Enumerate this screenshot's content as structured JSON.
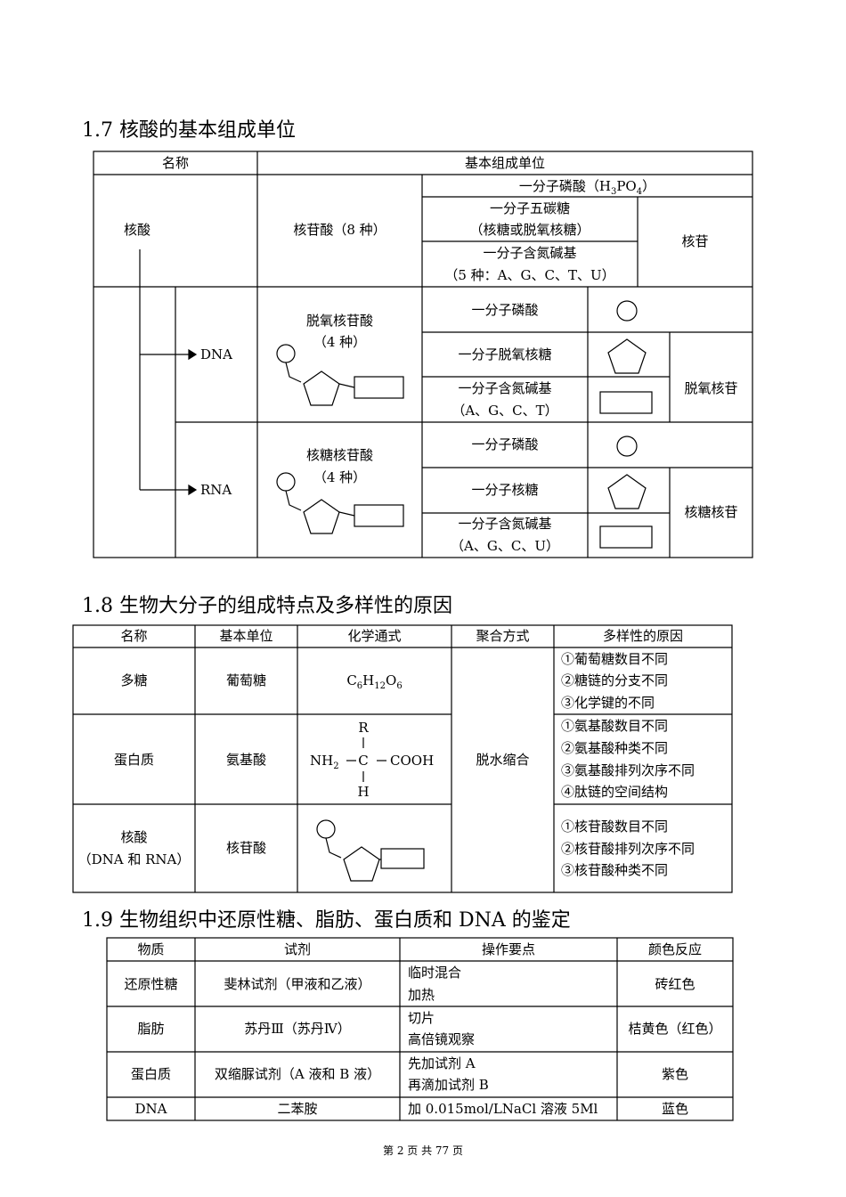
{
  "s17": {
    "heading": "1.7 核酸的基本组成单位",
    "hdr_name": "名称",
    "hdr_unit": "基本组成单位",
    "nucleic_acid": "核酸",
    "nucleotide": "核苷酸（8 种）",
    "phosphoric": "一分子磷酸（H",
    "phosphoric_sub3": "3",
    "phosphoric_mid": "PO",
    "phosphoric_sub4": "4",
    "phosphoric_end": "）",
    "pentose_1": "一分子五碳糖",
    "pentose_2": "（核糖或脱氧核糖）",
    "base_1": "一分子含氮碱基",
    "base_2": "（5 种：A、G、C、T、U）",
    "nucleoside": "核苷",
    "dna": "DNA",
    "dna_nuc_1": "脱氧核苷酸",
    "dna_nuc_2": "（4 种）",
    "dna_phos": "一分子磷酸",
    "dna_sugar": "一分子脱氧核糖",
    "dna_base_1": "一分子含氮碱基",
    "dna_base_2": "（A、G、C、T）",
    "dna_nucleoside": "脱氧核苷",
    "rna": "RNA",
    "rna_nuc_1": "核糖核苷酸",
    "rna_nuc_2": "（4 种）",
    "rna_phos": "一分子磷酸",
    "rna_sugar": "一分子核糖",
    "rna_base_1": "一分子含氮碱基",
    "rna_base_2": "（A、G、C、U）",
    "rna_nucleoside": "核糖核苷"
  },
  "s18": {
    "heading": "1.8 生物大分子的组成特点及多样性的原因",
    "headers": [
      "名称",
      "基本单位",
      "化学通式",
      "聚合方式",
      "多样性的原因"
    ],
    "poly": {
      "name": "多糖",
      "unit": "葡萄糖",
      "formula_c": "C",
      "formula_6a": "6",
      "formula_h": "H",
      "formula_12": "12",
      "formula_o": "O",
      "formula_6b": "6",
      "reasons": [
        "①葡萄糖数目不同",
        "②糖链的分支不同",
        "③化学键的不同"
      ]
    },
    "protein": {
      "name": "蛋白质",
      "unit": "氨基酸",
      "r": "R",
      "nh2": "NH",
      "nh2_sub": "2",
      "c": "C",
      "cooh": "COOH",
      "h": "H",
      "reasons": [
        "①氨基酸数目不同",
        "②氨基酸种类不同",
        "③氨基酸排列次序不同",
        "④肽链的空间结构"
      ]
    },
    "dehydration": "脱水缩合",
    "nucleic": {
      "name_1": "核酸",
      "name_2": "（DNA 和 RNA）",
      "unit": "核苷酸",
      "reasons": [
        "①核苷酸数目不同",
        "②核苷酸排列次序不同",
        "③核苷酸种类不同"
      ]
    }
  },
  "s19": {
    "heading": "1.9 生物组织中还原性糖、脂肪、蛋白质和 DNA 的鉴定",
    "headers": [
      "物质",
      "试剂",
      "操作要点",
      "颜色反应"
    ],
    "rows": [
      {
        "substance": "还原性糖",
        "reagent": "斐林试剂（甲液和乙液）",
        "steps": [
          "临时混合",
          "加热"
        ],
        "color": "砖红色"
      },
      {
        "substance": "脂肪",
        "reagent": "苏丹Ⅲ（苏丹Ⅳ）",
        "steps": [
          "切片",
          "高倍镜观察"
        ],
        "color": "桔黄色（红色）"
      },
      {
        "substance": "蛋白质",
        "reagent": "双缩脲试剂（A 液和 B 液）",
        "steps": [
          "先加试剂 A",
          "再滴加试剂 B"
        ],
        "color": "紫色"
      },
      {
        "substance": "DNA",
        "reagent": "二苯胺",
        "steps": [
          "加 0.015mol/LNaCl 溶液 5Ml"
        ],
        "color": "蓝色"
      }
    ]
  },
  "footer": "第 2 页 共 77 页"
}
